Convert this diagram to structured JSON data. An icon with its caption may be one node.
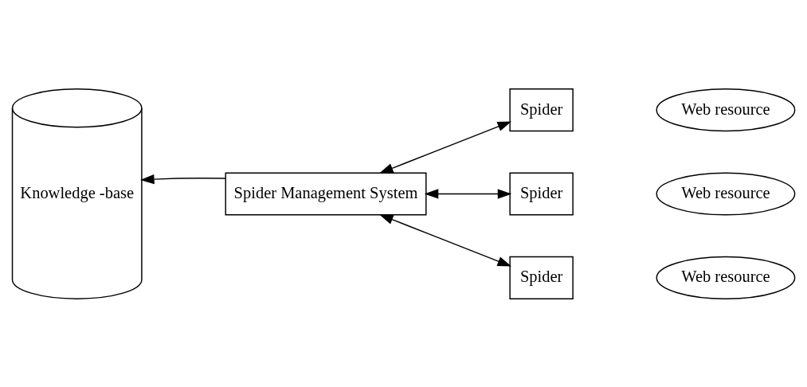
{
  "diagram": {
    "nodes": [
      {
        "text": [
          "Knowledge -base"
        ]
      },
      {
        "text": [
          "Spider Management System"
        ]
      },
      {
        "text": [
          "Spider"
        ]
      },
      {
        "text": [
          "Spider"
        ]
      },
      {
        "text": [
          "Spider"
        ]
      },
      {
        "text": [
          "Web resource"
        ]
      },
      {
        "text": [
          "Web resource"
        ]
      },
      {
        "text": [
          "Web resource"
        ]
      }
    ],
    "edges": [
      {
        "from": 1,
        "to": 0,
        "arrow": "to"
      },
      {
        "from": 1,
        "to": 2,
        "arrow": "both"
      },
      {
        "from": 1,
        "to": 3,
        "arrow": "both"
      },
      {
        "from": 1,
        "to": 4,
        "arrow": "both"
      }
    ]
  }
}
